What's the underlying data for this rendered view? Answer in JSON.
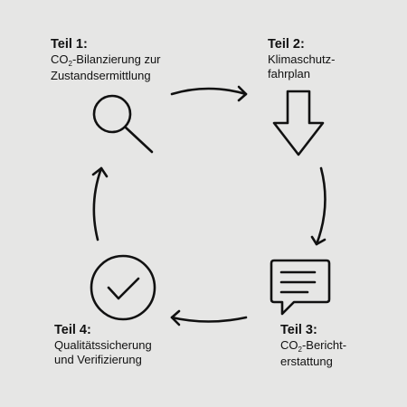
{
  "steps": [
    {
      "title": "Teil 1:",
      "lines": [
        {
          "pre": "CO",
          "sub": "2",
          "post": "-Bilanzierung zur"
        },
        {
          "pre": "Zustandsermittlung",
          "sub": "",
          "post": ""
        }
      ],
      "icon": "magnifier-icon"
    },
    {
      "title": "Teil 2:",
      "lines": [
        {
          "pre": "Klimaschutz-",
          "sub": "",
          "post": ""
        },
        {
          "pre": "fahrplan",
          "sub": "",
          "post": ""
        }
      ],
      "icon": "down-arrow-icon"
    },
    {
      "title": "Teil 3:",
      "lines": [
        {
          "pre": "CO",
          "sub": "2",
          "post": "-Bericht-"
        },
        {
          "pre": "erstattung",
          "sub": "",
          "post": ""
        }
      ],
      "icon": "speech-bubble-icon"
    },
    {
      "title": "Teil 4:",
      "lines": [
        {
          "pre": "Qualitätssicherung",
          "sub": "",
          "post": ""
        },
        {
          "pre": "und Verifizierung",
          "sub": "",
          "post": ""
        }
      ],
      "icon": "checkmark-circle-icon"
    }
  ],
  "colors": {
    "background": "#e6e6e5",
    "stroke": "#111111"
  }
}
